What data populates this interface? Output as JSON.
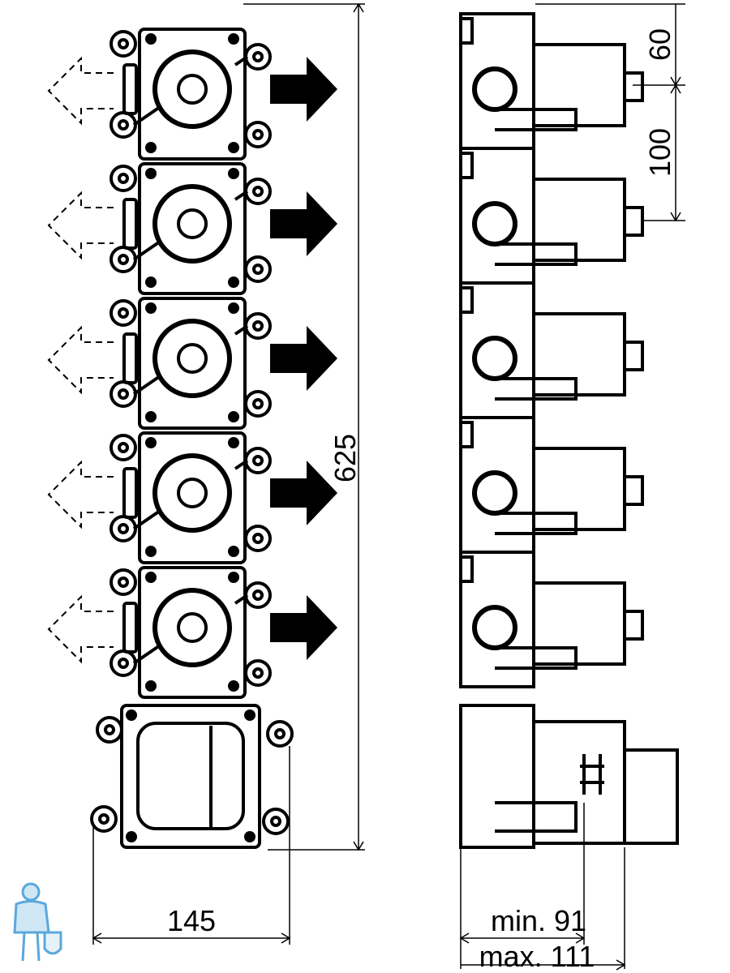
{
  "dimensions": {
    "total_height": "625",
    "top_offset": "60",
    "module_pitch": "100",
    "width": "145",
    "depth_min": "min. 91",
    "depth_max": "max. 111"
  },
  "modules": {
    "count": 5
  },
  "colors": {
    "line": "#000000",
    "background": "#ffffff",
    "logo": "#5aa8dc"
  }
}
